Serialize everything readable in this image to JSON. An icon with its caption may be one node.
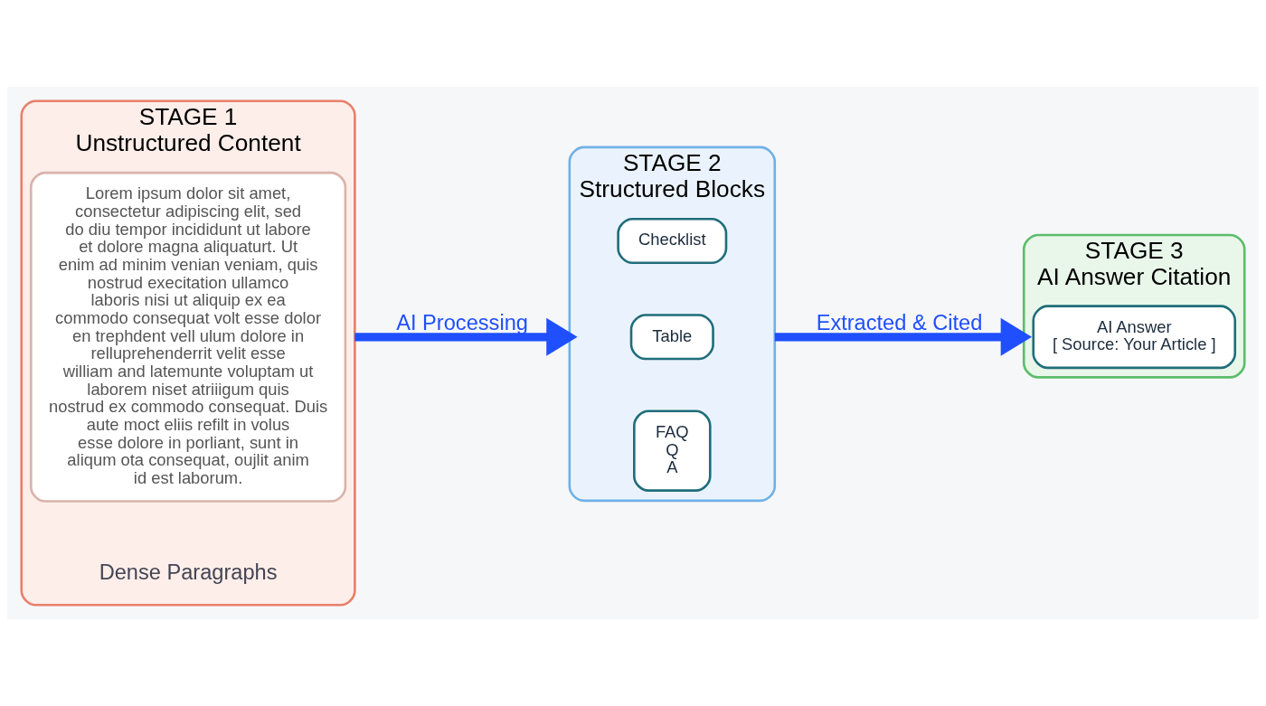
{
  "diagram": {
    "nodes": [
      {
        "text": [
          "Unstructured Content"
        ],
        "beside": [
          "STAGE 1",
          "Dense Paragraphs"
        ]
      },
      {
        "text": [
          "Lorem ipsum dolor sit amet, consectetur adipiscing elit, sed do diu tempor incididunt ut labore et dolore magna aliquaturt. Ut enim ad minim venian veniam, quis nostrud execitation ullamco laboris nisi ut aliquip ex ea commodo consequat volt esse dolor en trephdent vell ulum dolore in relluprehenderrit velit esse william and latemunte voluptam ut laborem niset atriiigum quis nostrud ex commodo consequat. Duis aute moct eliis refilt in volus esse dolore in porliant, sunt in aliqum ota consequat, oujlit anim id est laborum."
        ],
        "in": 0
      },
      {
        "text": [
          "Structured Blocks"
        ],
        "beside": [
          "STAGE 2"
        ]
      },
      {
        "text": [
          "Checklist"
        ],
        "in": 2
      },
      {
        "text": [
          "Table"
        ],
        "in": 2
      },
      {
        "text": [
          "FAQ",
          "Q",
          "A"
        ],
        "in": 2
      },
      {
        "text": [
          "AI Answer Citation"
        ],
        "beside": [
          "STAGE 3"
        ]
      },
      {
        "text": [
          "AI Answer",
          "[ Source: Your Article ]"
        ],
        "in": 6
      }
    ],
    "edges": [
      {
        "from": 0,
        "to": 2,
        "arrow": "to",
        "label": "AI Processing",
        "color": "#1f4fff"
      },
      {
        "from": 2,
        "to": 6,
        "arrow": "to",
        "label": "Extracted & Cited",
        "color": "#1f4fff"
      }
    ]
  }
}
